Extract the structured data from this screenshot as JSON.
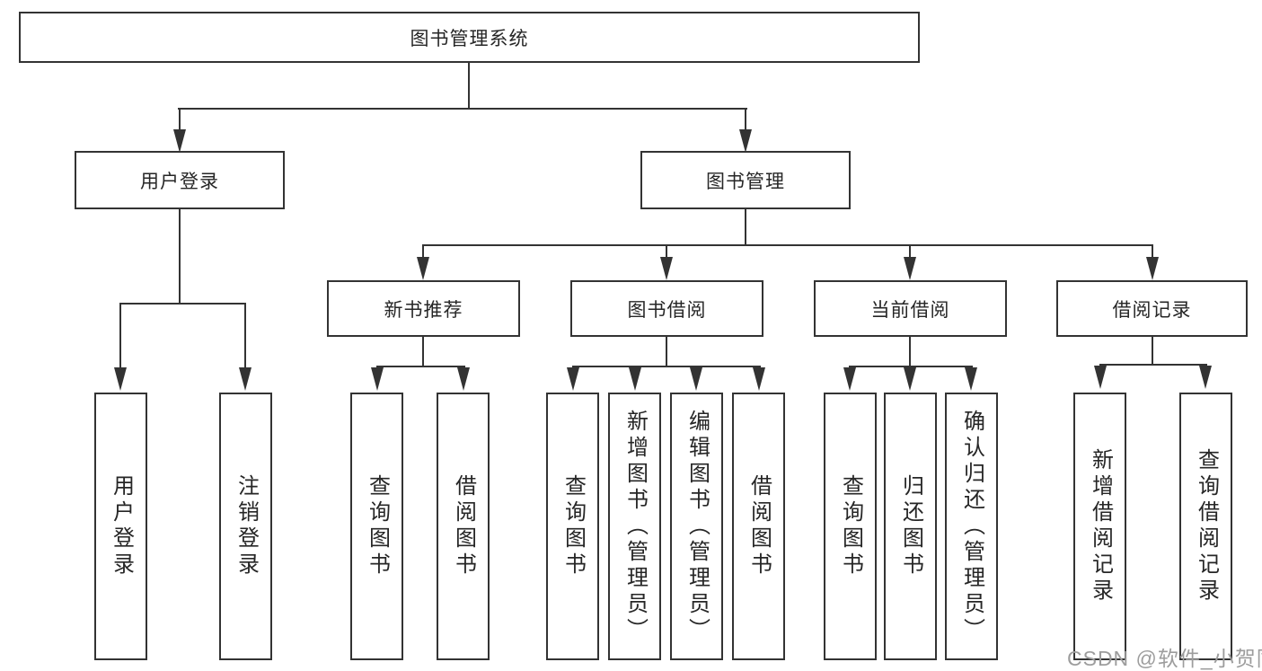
{
  "colors": {
    "line": "#333333",
    "box_border": "#333333",
    "box_fill": "#ffffff",
    "text": "#262626",
    "watermark": "#9d9d9d",
    "background": "#ffffff"
  },
  "diagram_type": "hierarchy-tree",
  "tree": {
    "label": "图书管理系统",
    "children": [
      {
        "label": "用户登录",
        "children": [
          {
            "label": "用户登录"
          },
          {
            "label": "注销登录"
          }
        ]
      },
      {
        "label": "图书管理",
        "children": [
          {
            "label": "新书推荐",
            "children": [
              {
                "label": "查询图书"
              },
              {
                "label": "借阅图书"
              }
            ]
          },
          {
            "label": "图书借阅",
            "children": [
              {
                "label": "查询图书"
              },
              {
                "label": "新增图书（管理员）"
              },
              {
                "label": "编辑图书（管理员）"
              },
              {
                "label": "借阅图书"
              }
            ]
          },
          {
            "label": "当前借阅",
            "children": [
              {
                "label": "查询图书"
              },
              {
                "label": "归还图书"
              },
              {
                "label": "确认归还（管理员）"
              }
            ]
          },
          {
            "label": "借阅记录",
            "children": [
              {
                "label": "新增借阅记录"
              },
              {
                "label": "查询借阅记录"
              }
            ]
          }
        ]
      }
    ]
  },
  "watermark": "CSDN @软件_小贺同学"
}
